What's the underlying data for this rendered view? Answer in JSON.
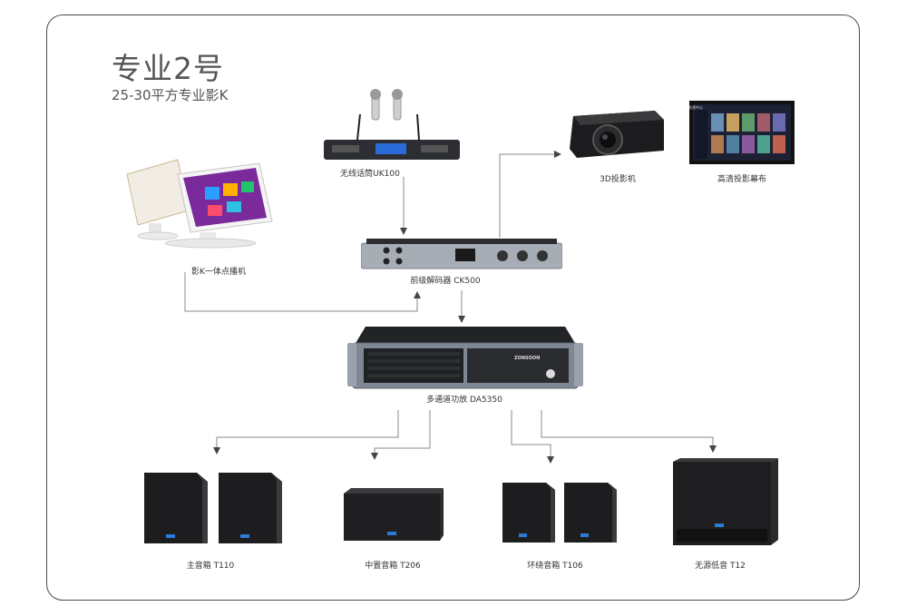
{
  "title": "专业2号",
  "subtitle": "25-30平方专业影K",
  "devices": {
    "mic": "无线话筒UK100",
    "player": "影K一体点播机",
    "preamp": "前级解码器 CK500",
    "projector": "3D投影机",
    "screen": "高清投影幕布",
    "amp": "多通道功放 DA5350",
    "main_speaker": "主音箱 T110",
    "center_speaker": "中置音箱 T206",
    "surround_speaker": "环绕音箱 T106",
    "subwoofer": "无源低音 T12"
  },
  "screen_ui": {
    "header": "影视中心"
  },
  "amp_brand": "ZONSOON"
}
